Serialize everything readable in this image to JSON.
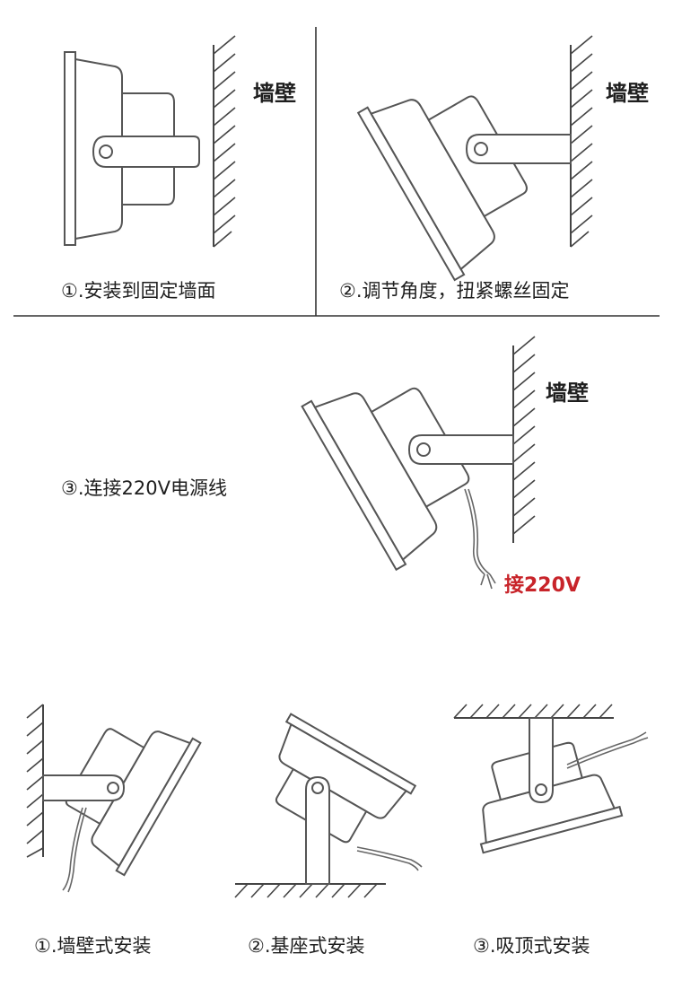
{
  "top_steps": {
    "step1_caption": "①.安装到固定墙面",
    "step2_caption": "②.调节角度，扭紧螺丝固定",
    "step3_caption": "③.连接220V电源线",
    "wall_label": "墙壁",
    "power_label": "接220V"
  },
  "mount_types": {
    "wall_mount": "①.墙壁式安装",
    "base_mount": "②.基座式安装",
    "ceiling_mount": "③.吸顶式安装"
  }
}
